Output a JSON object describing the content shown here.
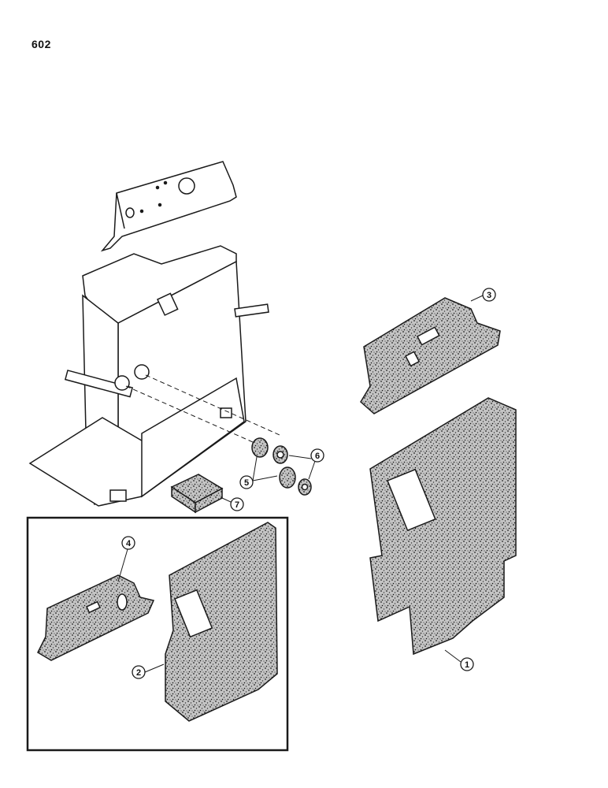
{
  "page": {
    "number": "602"
  },
  "callouts": [
    {
      "id": "c1",
      "label": "1"
    },
    {
      "id": "c2",
      "label": "2"
    },
    {
      "id": "c3",
      "label": "3"
    },
    {
      "id": "c4",
      "label": "4"
    },
    {
      "id": "c5",
      "label": "5"
    },
    {
      "id": "c6",
      "label": "6"
    },
    {
      "id": "c7",
      "label": "7"
    }
  ],
  "colors": {
    "ink": "#1a1a1a",
    "insulation": "#b9b9b9",
    "paper": "#ffffff"
  }
}
